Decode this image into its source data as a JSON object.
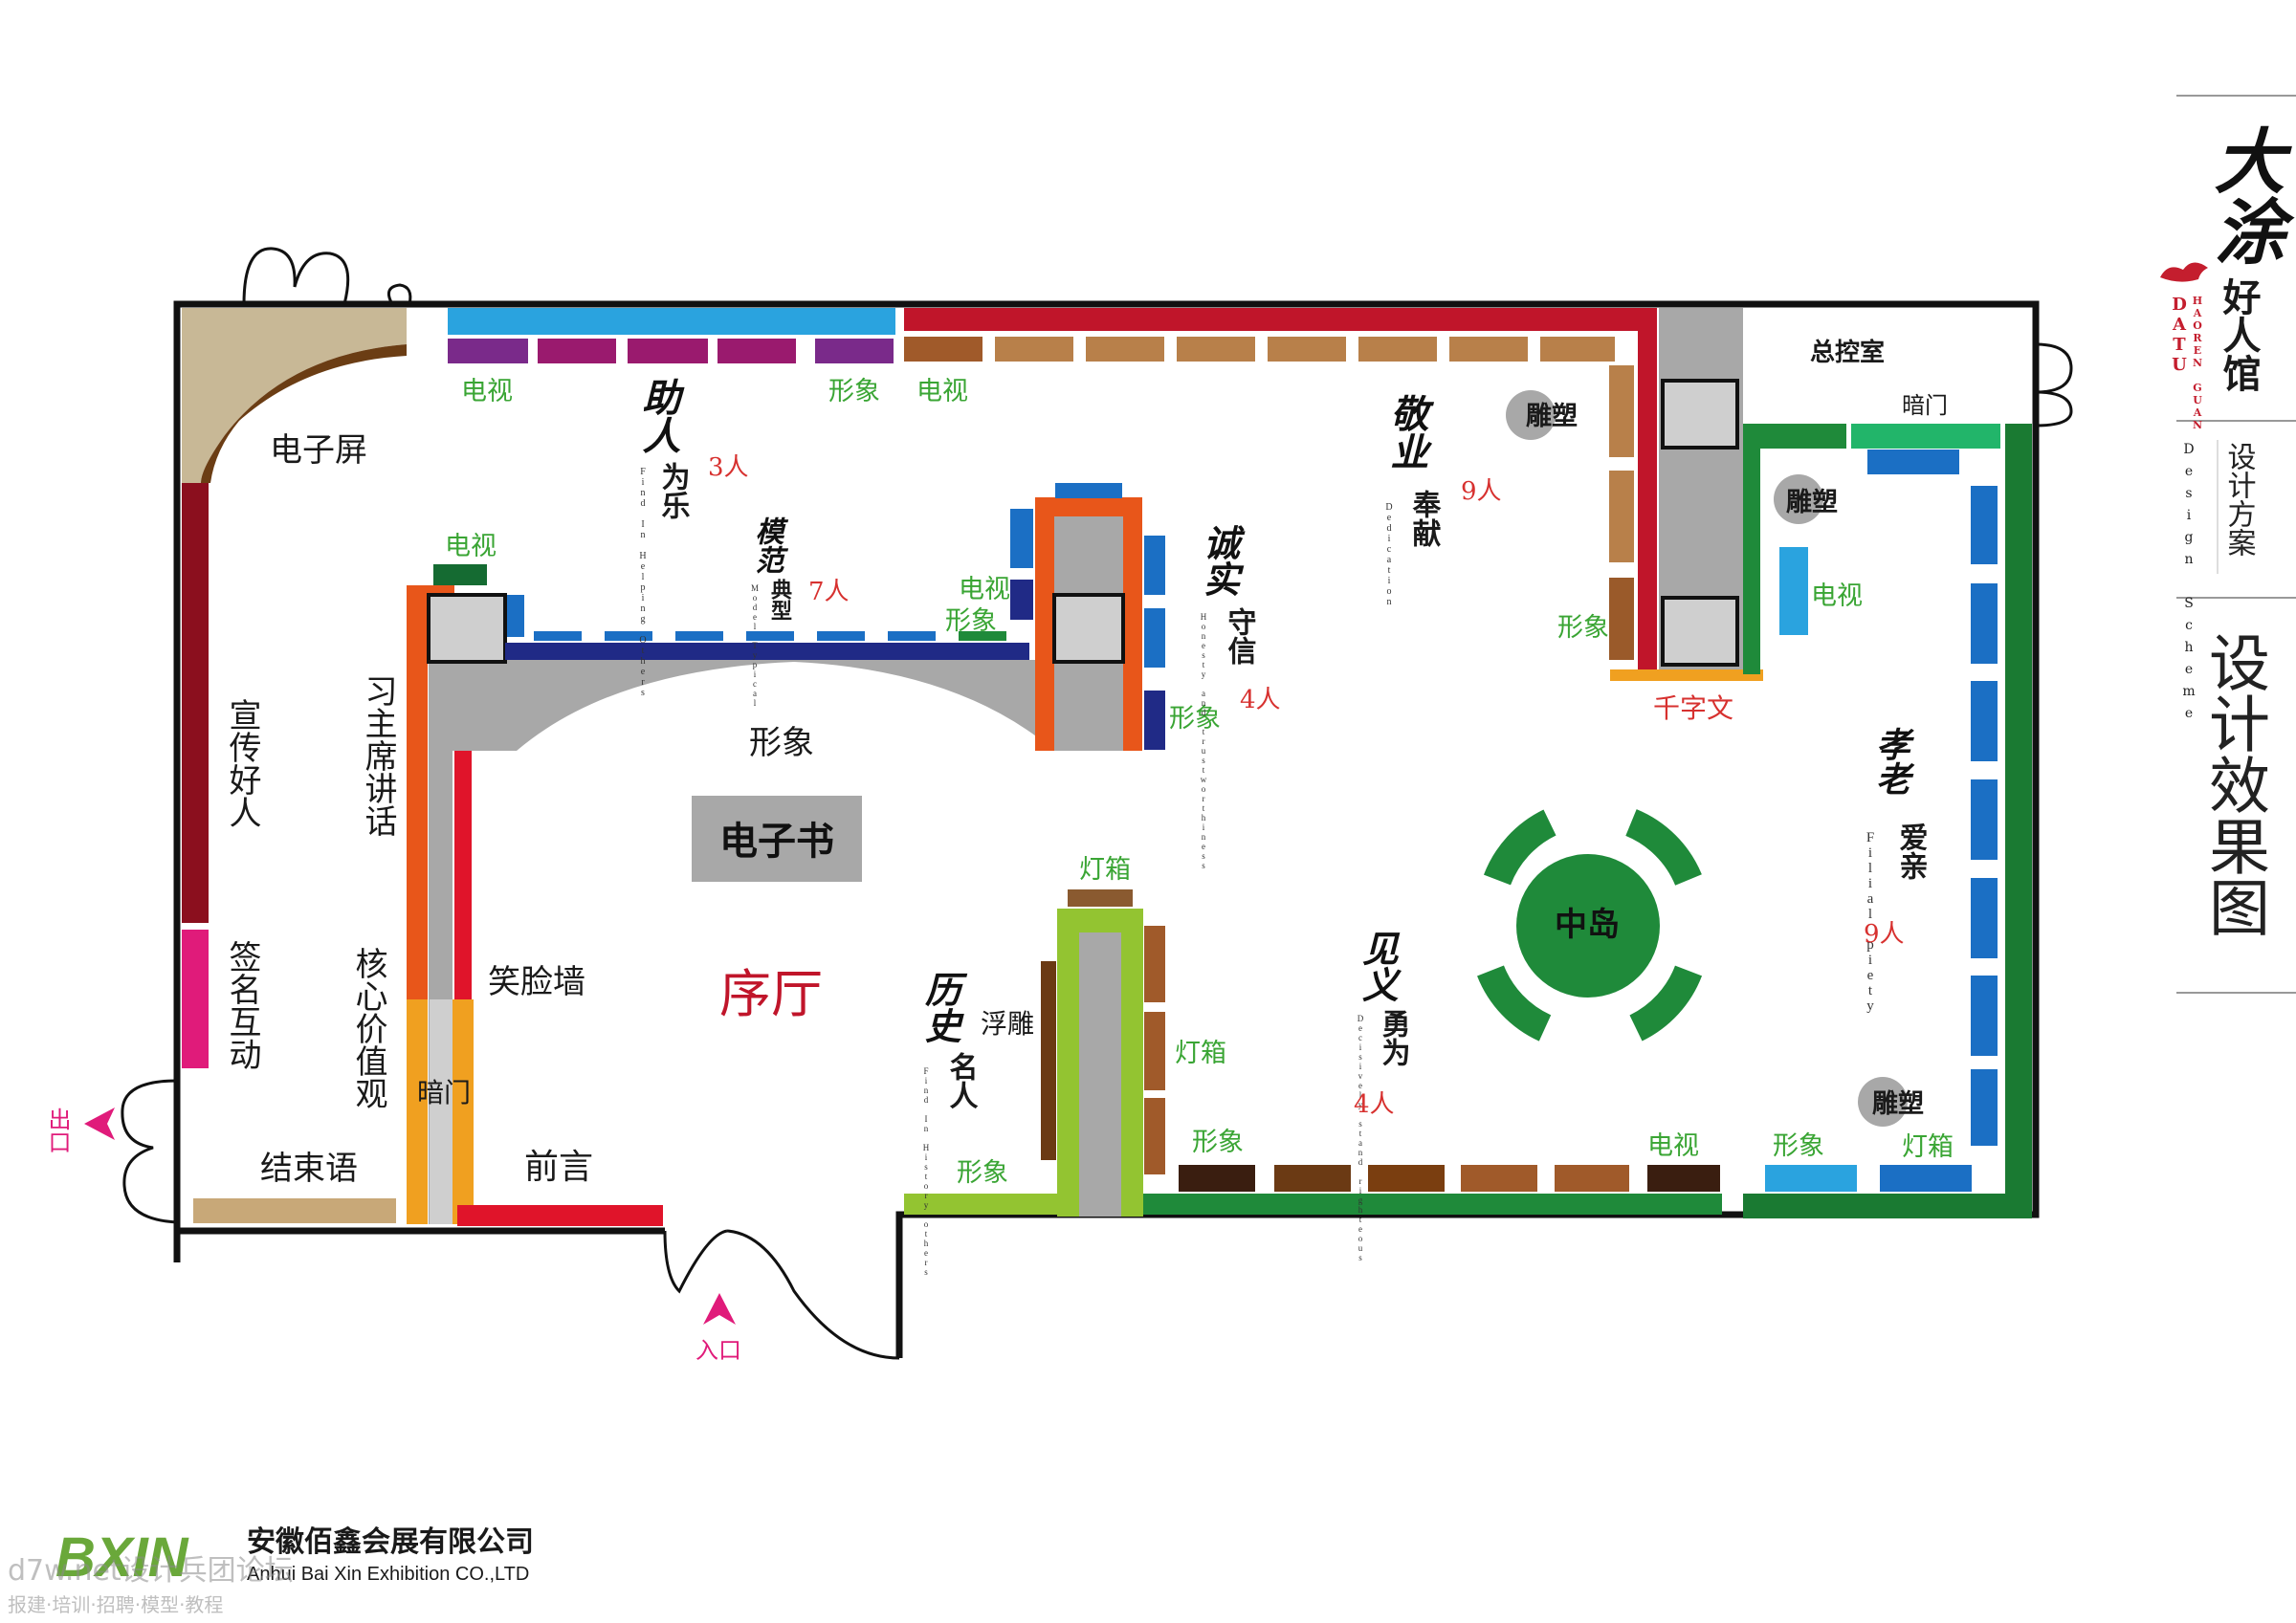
{
  "brand": {
    "logo_title": "大涂",
    "logo_sub": "好人馆",
    "logo_en1": "DATU",
    "logo_en2": "HAOREN GUAN",
    "design_scheme_cn": "设计方案",
    "design_scheme_en": "Design Scheme",
    "effect_title": "设计效果图"
  },
  "company": {
    "logo_text": "BXIN",
    "name_cn": "安徽佰鑫会展有限公司",
    "name_en": "Anhui Bai Xin Exhibition CO.,LTD",
    "watermark": "d7w.net设计兵团论坛",
    "watermark_sub": "报建·培训·招聘·模型·教程"
  },
  "doors": {
    "exit": "出口",
    "entrance": "入口"
  },
  "zones": {
    "electronic_screen": "电子屏",
    "promote_good_people": "宣传好人",
    "sign_interact": "签名互动",
    "chairman_speech": "习主席讲话",
    "core_values": "核心价值观",
    "hidden_door_left": "暗门",
    "smile_wall": "笑脸墙",
    "preface": "前言",
    "ending": "结束语",
    "ebook": "电子书",
    "lobby": "序厅",
    "image_center": "形象",
    "control_room": "总控室",
    "hidden_door_right": "暗门",
    "thousand_char": "千字文",
    "central_island": "中岛",
    "relief": "浮雕"
  },
  "labels": {
    "tv_1": "电视",
    "image_1": "形象",
    "tv_2": "电视",
    "tv_3": "电视",
    "tv_4": "电视",
    "image_2": "形象",
    "image_3": "形象",
    "tv_5": "电视",
    "image_4": "形象",
    "lightbox_1": "灯箱",
    "lightbox_2": "灯箱",
    "image_5": "形象",
    "image_6": "形象",
    "tv_6": "电视",
    "image_7": "形象",
    "lightbox_3": "灯箱",
    "sculpture_1": "雕塑",
    "sculpture_2": "雕塑",
    "sculpture_3": "雕塑"
  },
  "themes": [
    {
      "big": "助人",
      "small": "为乐",
      "en": "Find In Helping Others",
      "count": "3人"
    },
    {
      "big": "模范",
      "small": "典型",
      "en": "Model Typical",
      "count": "7人"
    },
    {
      "big": "诚实",
      "small": "守信",
      "en": "Honesty and trustworthiness",
      "count": "4人"
    },
    {
      "big": "敬业",
      "small": "奉献",
      "en": "Dedication",
      "count": "9人"
    },
    {
      "big": "孝老",
      "small": "爱亲",
      "en": "Filial piety",
      "count": "9人"
    },
    {
      "big": "见义",
      "small": "勇为",
      "en": "Decisively stand righteous",
      "count": "4人"
    },
    {
      "big": "历史",
      "small": "名人",
      "en": "Find In History others",
      "count": ""
    }
  ],
  "colors": {
    "wall": "#111111",
    "orange": "#e8561a",
    "red": "#c0152a",
    "blue": "#1b6fc4",
    "navy": "#202a86",
    "green": "#1f8a3a",
    "lime": "#93c431",
    "gray": "#a8a8a8",
    "brown": "#a96f3c",
    "purple": "#7a2a8a",
    "magenta": "#e01b7a"
  }
}
